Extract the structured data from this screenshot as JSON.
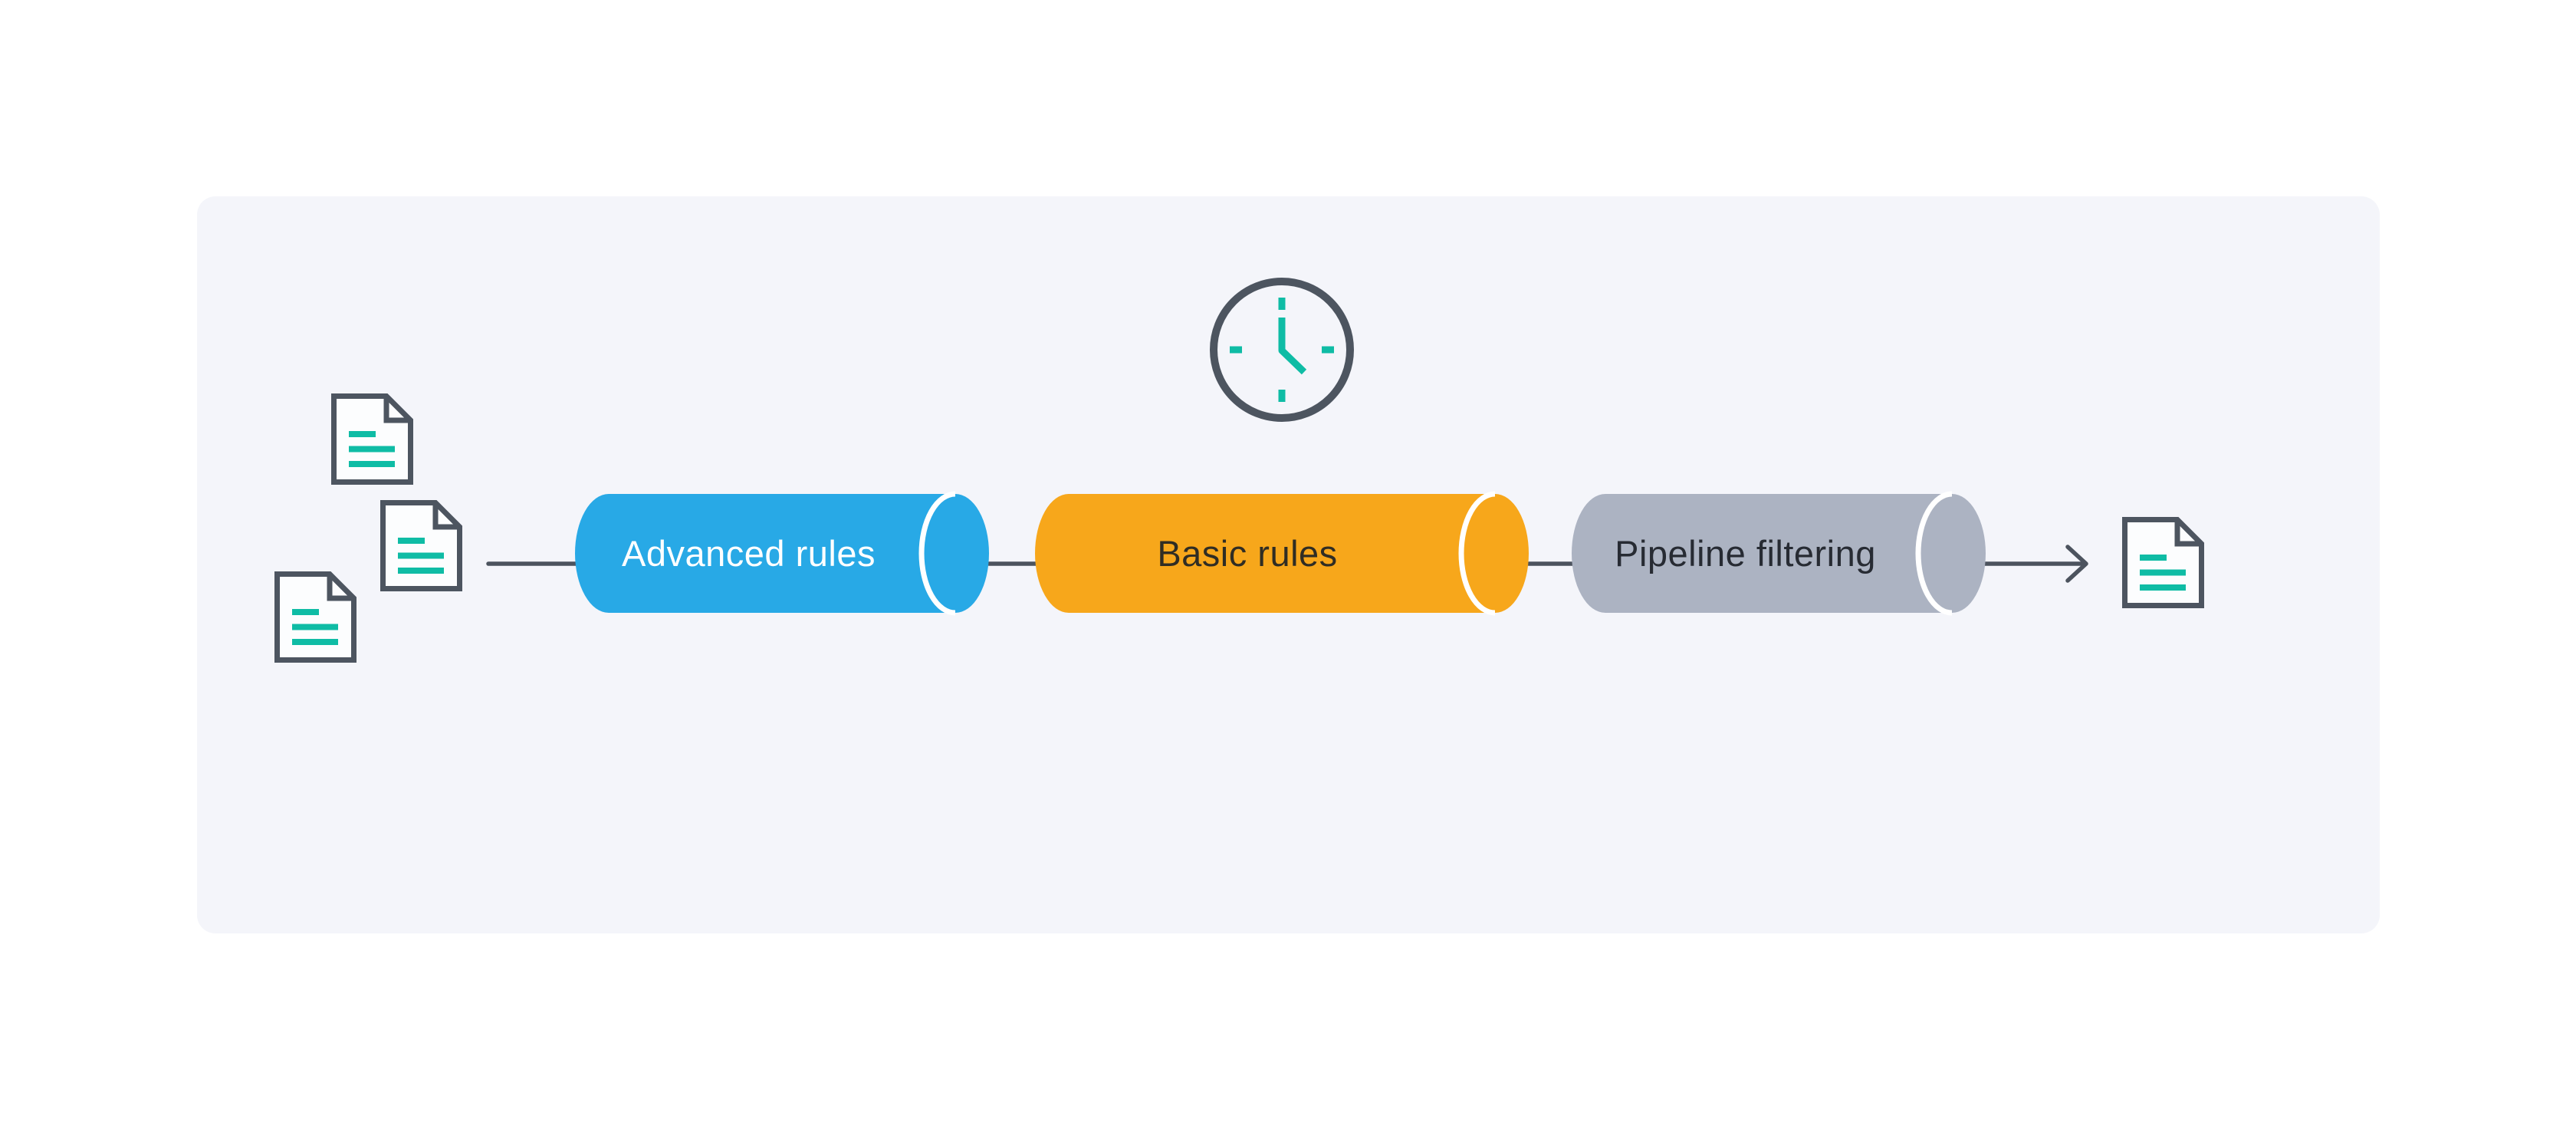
{
  "diagram": {
    "title": "pipeline-filtering-flow",
    "stages": [
      {
        "id": "advanced-rules",
        "label": "Advanced rules",
        "color": "#28A9E6",
        "text_color": "#FFFFFF"
      },
      {
        "id": "basic-rules",
        "label": "Basic rules",
        "color": "#F7A71B",
        "text_color": "#302D24"
      },
      {
        "id": "pipeline-filtering",
        "label": "Pipeline filtering",
        "color": "#ACB3C2",
        "text_color": "#272B33"
      }
    ],
    "icons": {
      "clock": "clock-icon",
      "input_documents": "document-icon",
      "input_document_count": 3,
      "output_documents": "document-icon",
      "output_document_count": 1,
      "arrow": "arrow-right-icon"
    },
    "colors": {
      "page_bg": "#FFFFFF",
      "panel_bg": "#F4F5FA",
      "stroke_slate": "#4D5560",
      "connector": "#4C535E",
      "teal": "#0FBCA5",
      "doc_fill": "#FCFDFE",
      "gap_white": "#FFFFFF"
    }
  }
}
